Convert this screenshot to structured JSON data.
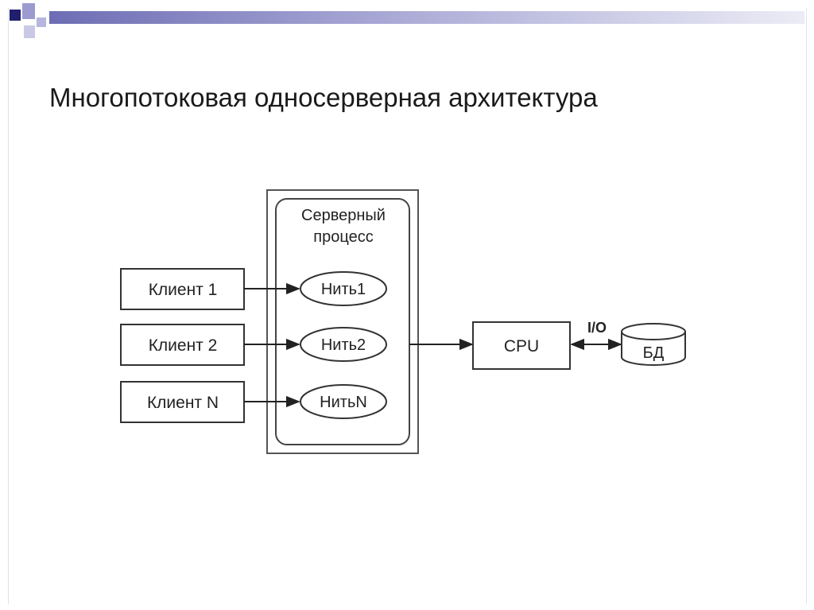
{
  "slide": {
    "title": "Многопотоковая односерверная архитектура"
  },
  "diagram": {
    "server_process_label_line1": "Серверный",
    "server_process_label_line2": "процесс",
    "clients": [
      {
        "label": "Клиент 1"
      },
      {
        "label": "Клиент 2"
      },
      {
        "label": "Клиент N"
      }
    ],
    "threads": [
      {
        "label": "Нить1"
      },
      {
        "label": "Нить2"
      },
      {
        "label": "НитьN"
      }
    ],
    "cpu_label": "CPU",
    "io_label": "I/O",
    "db_label": "БД"
  },
  "colors": {
    "deco_navy": "#1f1f6e",
    "deco_lavender": "#9b9bd0",
    "deco_light": "#c9c9e6",
    "line": "#333333"
  }
}
